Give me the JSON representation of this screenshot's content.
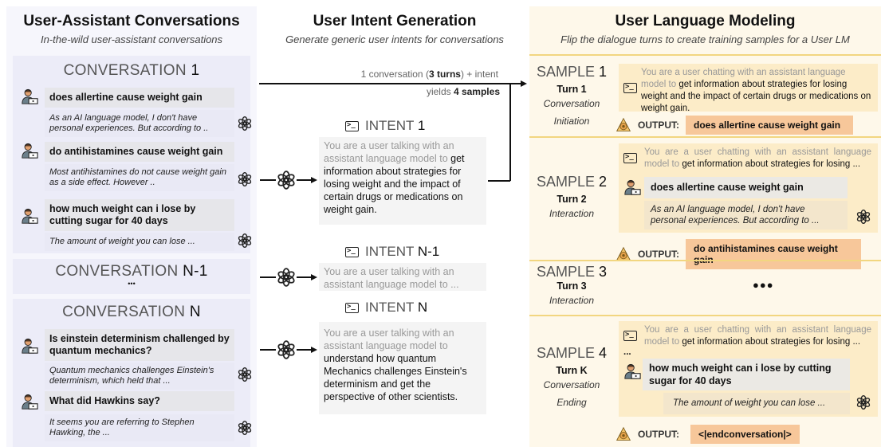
{
  "left": {
    "title": "User-Assistant Conversations",
    "subtitle": "In-the-wild user-assistant conversations",
    "conv1": {
      "label": "CONVERSATION",
      "num": "1",
      "turns": [
        {
          "user": "does allertine cause weight gain",
          "assistant": "As an AI language model, I don't have personal experiences. But according to .."
        },
        {
          "user": "do antihistamines cause weight gain",
          "assistant": "Most antihistamines do not cause weight gain as a side effect. However .."
        },
        {
          "user": "how much weight can i lose by cutting sugar for 40 days",
          "assistant": "The amount of weight you can lose  ..."
        }
      ]
    },
    "convN1": {
      "label": "CONVERSATION",
      "num": "N-1",
      "ellipsis": "•••"
    },
    "convN": {
      "label": "CONVERSATION",
      "num": "N",
      "turns": [
        {
          "user": "Is einstein determinism challenged by quantum mechanics?",
          "assistant": "Quantum mechanics challenges Einstein's determinism, which held that ..."
        },
        {
          "user": "What did Hawkins say?",
          "assistant": "It seems you are referring to Stephen Hawking, the ..."
        }
      ]
    }
  },
  "middle": {
    "title": "User Intent Generation",
    "subtitle": "Generate generic user intents for conversations",
    "flow_label": {
      "pre": "1 conversation (",
      "turns": "3 turns",
      "post": ") + intent",
      "yields": "yields ",
      "samples": "4 samples"
    },
    "intents": [
      {
        "label": "INTENT",
        "num": "1",
        "prefix": "You are a user talking with an assistant language model to ",
        "body": "get information about strategies for losing weight and the impact of certain drugs or medications on weight gain."
      },
      {
        "label": "INTENT",
        "num": "N-1",
        "prefix": "You are a user talking with an assistant language model to ...",
        "body": ""
      },
      {
        "label": "INTENT",
        "num": "N",
        "prefix": "You are a user talking with an assistant language model to ",
        "body": "understand how quantum Mechanics challenges Einstein's determinism and get the perspective of other scientists."
      }
    ]
  },
  "right": {
    "title": "User Language Modeling",
    "subtitle": "Flip the dialogue turns to create training samples for a User LM",
    "output_label": "OUTPUT:",
    "samples": [
      {
        "label": "SAMPLE",
        "num": "1",
        "turn": "Turn 1",
        "desc1": "Conversation",
        "desc2": "Initiation",
        "prefix": "You are a user chatting with an assistant language model to ",
        "body": "get information about strategies for losing weight and the impact of certain drugs or medications on weight gain.",
        "output": "does allertine cause weight gain"
      },
      {
        "label": "SAMPLE",
        "num": "2",
        "turn": "Turn 2",
        "desc1": "Interaction",
        "prefix": "You are a user chatting with an assistant language model to ",
        "body": "get information about strategies for losing ...",
        "user": "does allertine cause weight gain",
        "assistant": "As an AI language model, I don't have personal experiences. But according to ...",
        "output": "do antihistamines cause weight gain"
      },
      {
        "label": "SAMPLE",
        "num": "3",
        "turn": "Turn 3",
        "desc1": "Interaction",
        "ellipsis": "●●●"
      },
      {
        "label": "SAMPLE",
        "num": "4",
        "turn": "Turn K",
        "desc1": "Conversation",
        "desc2": "Ending",
        "prefix": "You are a user chatting with an assistant language model to ",
        "body": "get information about strategies for losing ...",
        "dots": "...",
        "user": "how much weight can i lose by cutting sugar for 40 days",
        "assistant": "The amount of weight you can lose  ...",
        "output": "<|endconversation|>"
      }
    ]
  },
  "colors": {
    "left_bg": "#f6f6fc",
    "conv_bg": "#ececf8",
    "right_bg": "#fef8ea",
    "sample_box": "#fcecc8",
    "output_bg": "#f7c79a",
    "divider": "#f2d680"
  }
}
